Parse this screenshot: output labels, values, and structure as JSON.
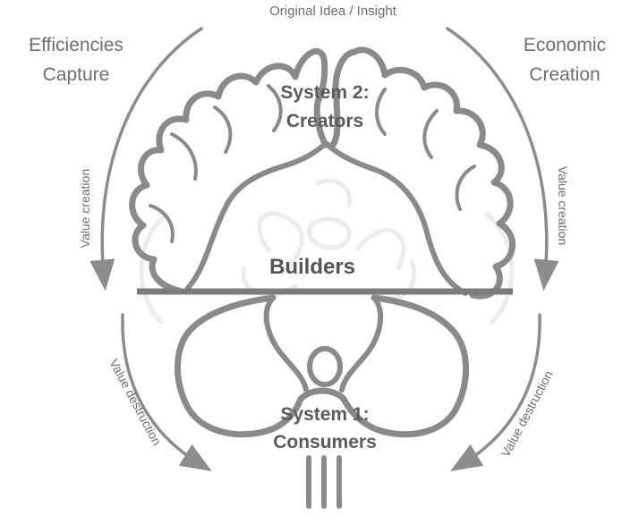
{
  "labels": {
    "top": "Original Idea / Insight",
    "left_corner": [
      "Efficiencies",
      "Capture"
    ],
    "right_corner": [
      "Economic",
      "Creation"
    ],
    "system2": [
      "System 2:",
      "Creators"
    ],
    "builders": "Builders",
    "system1": [
      "System 1:",
      "Consumers"
    ],
    "value_creation_left": "Value creation",
    "value_creation_right": "Value creation",
    "value_destruction_left": "Value destruction",
    "value_destruction_right": "Value destruction"
  },
  "colors": {
    "arrow": "#8c8c8c",
    "brain_stroke": "#8a8a8a",
    "builders_line": "#7c7c7c",
    "faint": "#e9e9e9"
  }
}
